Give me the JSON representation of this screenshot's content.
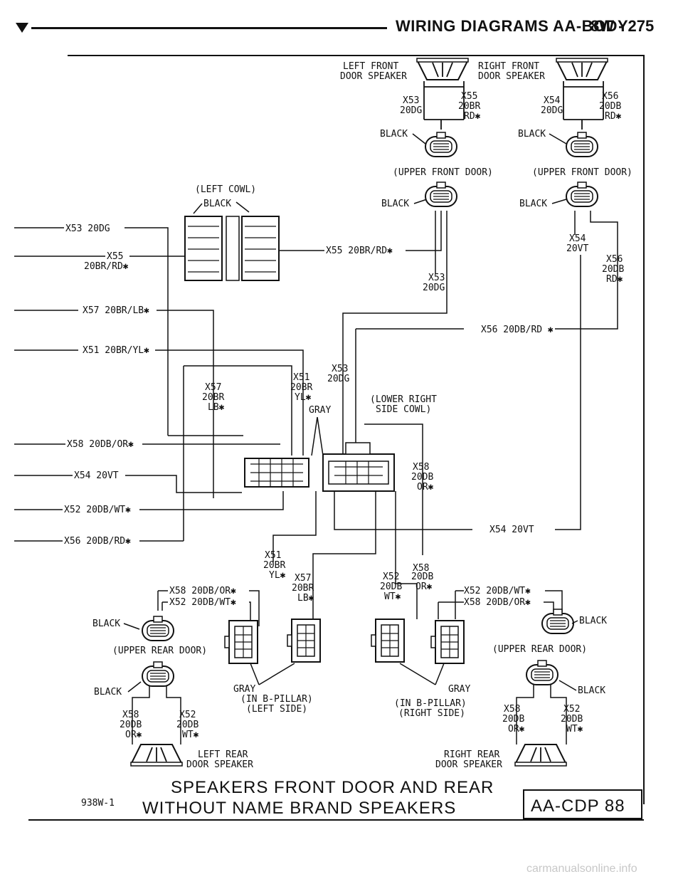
{
  "header": {
    "title": "WIRING DIAGRAMS AA-BODY",
    "page": "8W - 275"
  },
  "diagram": {
    "speakers": {
      "left_front": "LEFT FRONT",
      "left_front_2": "DOOR SPEAKER",
      "right_front": "RIGHT FRONT",
      "right_front_2": "DOOR SPEAKER",
      "left_rear": "LEFT REAR",
      "left_rear_2": "DOOR SPEAKER",
      "right_rear": "RIGHT REAR",
      "right_rear_2": "DOOR SPEAKER"
    },
    "locations": {
      "left_cowl": "(LEFT COWL)",
      "upper_front_door": "(UPPER FRONT DOOR)",
      "lower_right_cowl_1": "(LOWER RIGHT",
      "lower_right_cowl_2": "SIDE COWL)",
      "upper_rear_door": "(UPPER REAR DOOR)",
      "b_pillar_left_1": "(IN B-PILLAR)",
      "b_pillar_left_2": "(LEFT SIDE)",
      "b_pillar_right_1": "(IN B-PILLAR)",
      "b_pillar_right_2": "(RIGHT SIDE)"
    },
    "colors": {
      "black": "BLACK",
      "gray": "GRAY"
    },
    "wires": {
      "x53": "X53 20DG",
      "x55": "X55",
      "x55b": "20BR/RD✱",
      "x57": "X57 20BR/LB✱",
      "x51": "X51 20BR/YL✱",
      "x58": "X58 20DB/OR✱",
      "x54": "X54 20VT",
      "x52": "X52 20DB/WT✱",
      "x56": "X56 20DB/RD✱",
      "x55_mid": "X55 20BR/RD✱",
      "x56_right": "X56 20DB/RD ✱",
      "x54_right": "X54 20VT",
      "lf_x53": "X53",
      "lf_20dg": "20DG",
      "lf_x55": "X55",
      "lf_20br": "20BR",
      "lf_rd": "RD✱",
      "rf_x54": "X54",
      "rf_20dg": "20DG",
      "rf_x56": "X56",
      "rf_20db": "20DB",
      "rf_rd": "RD✱",
      "ufd_x53": "X53",
      "ufd_20dg": "20DG",
      "ufd_x54": "X54",
      "ufd_20vt": "20VT",
      "ufd_x56": "X56",
      "ufd_20db": "20DB",
      "ufd_rd": "RD✱",
      "c_x57": "X57",
      "c_20br": "20BR",
      "c_lb": "LB✱",
      "c_x51": "X51",
      "c_20br2": "20BR",
      "c_yl": "YL✱",
      "c_x53": "X53",
      "c_20dg": "20DG",
      "c_x58": "X58",
      "c_20db": "20DB",
      "c_or": "OR✱",
      "l_x51": "X51",
      "l_20br": "20BR",
      "l_yl": "YL✱",
      "l_x57": "X57",
      "l_20br2": "20BR",
      "l_lb": "LB✱",
      "r_x58": "X58",
      "r_x52": "X52",
      "r_20db": "20DB",
      "r_20db2": "20DB",
      "r_or": "OR✱",
      "r_wt": "WT✱",
      "lr_x58": "X58 20DB/OR✱",
      "lr_x52": "X52 20DB/WT✱",
      "rr_x52": "X52 20DB/WT✱",
      "rr_x58": "X58 20DB/OR✱",
      "lrs_x58": "X58",
      "lrs_20db": "20DB",
      "lrs_or": "OR✱",
      "lrs_x52": "X52",
      "lrs_20db2": "20DB",
      "lrs_wt": "WT✱",
      "rrs_x58": "X58",
      "rrs_20db": "20DB",
      "rrs_or": "OR✱",
      "rrs_x52": "X52",
      "rrs_20db2": "20DB",
      "rrs_wt": "WT✱"
    },
    "title_line1": "SPEAKERS FRONT DOOR AND REAR",
    "title_line2": "WITHOUT NAME BRAND SPEAKERS",
    "figure_id": "938W-1",
    "code_box": "AA-CDP 88"
  },
  "watermark": "carmanualsonline.info"
}
